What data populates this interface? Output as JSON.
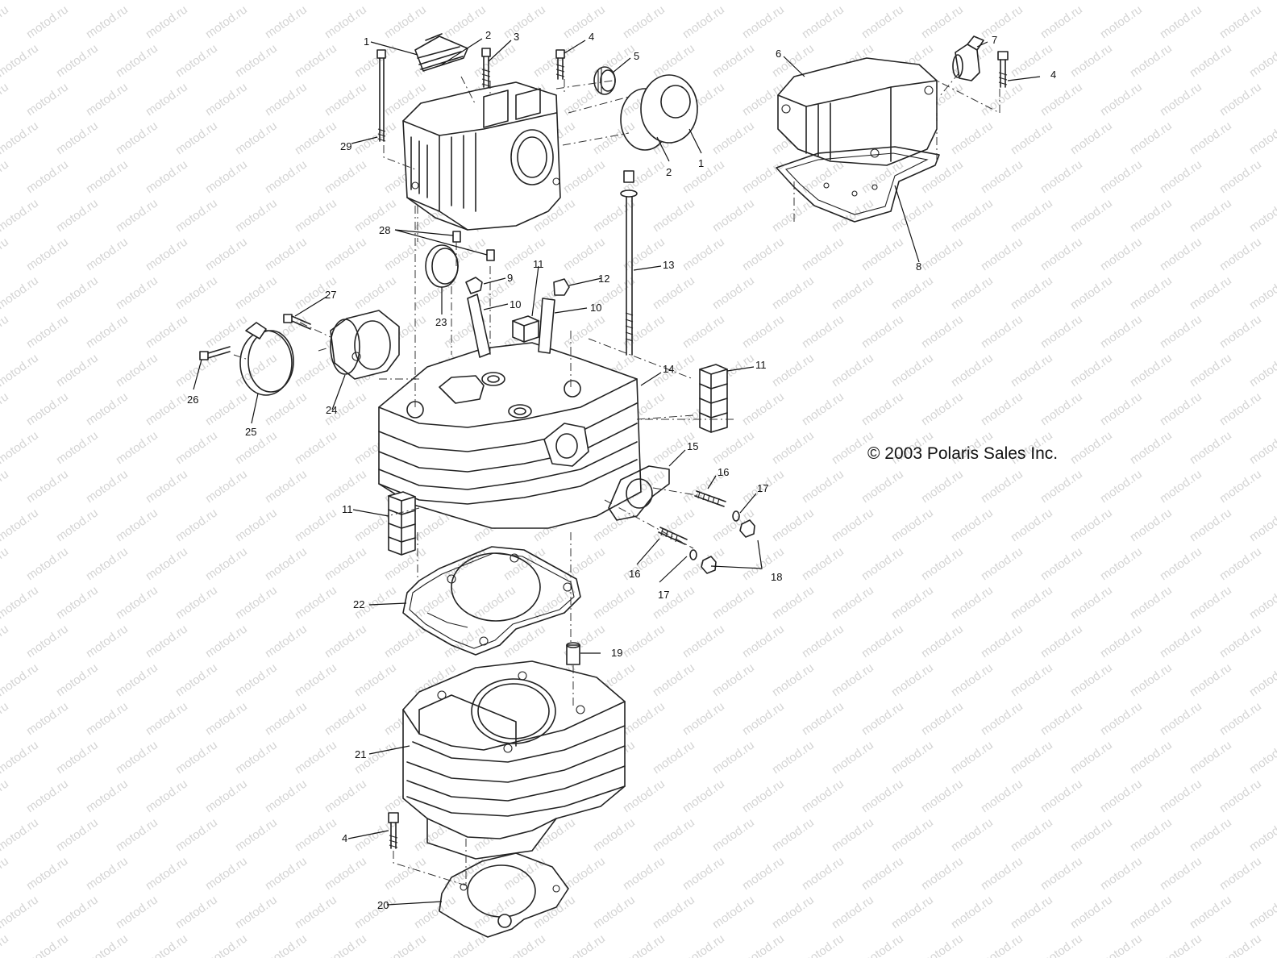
{
  "diagram": {
    "copyright": "© 2003 Polaris Sales Inc.",
    "watermark": "motod.ru",
    "callouts": [
      {
        "id": "c1a",
        "label": "1"
      },
      {
        "id": "c2a",
        "label": "2"
      },
      {
        "id": "c3",
        "label": "3"
      },
      {
        "id": "c4a",
        "label": "4"
      },
      {
        "id": "c5",
        "label": "5"
      },
      {
        "id": "c2b",
        "label": "2"
      },
      {
        "id": "c1b",
        "label": "1"
      },
      {
        "id": "c29",
        "label": "29"
      },
      {
        "id": "c6",
        "label": "6"
      },
      {
        "id": "c7",
        "label": "7"
      },
      {
        "id": "c4b",
        "label": "4"
      },
      {
        "id": "c8",
        "label": "8"
      },
      {
        "id": "c28",
        "label": "28"
      },
      {
        "id": "c13",
        "label": "13"
      },
      {
        "id": "c9",
        "label": "9"
      },
      {
        "id": "c11a",
        "label": "11"
      },
      {
        "id": "c12",
        "label": "12"
      },
      {
        "id": "c10a",
        "label": "10"
      },
      {
        "id": "c10b",
        "label": "10"
      },
      {
        "id": "c23",
        "label": "23"
      },
      {
        "id": "c27",
        "label": "27"
      },
      {
        "id": "c26",
        "label": "26"
      },
      {
        "id": "c25",
        "label": "25"
      },
      {
        "id": "c24",
        "label": "24"
      },
      {
        "id": "c14",
        "label": "14"
      },
      {
        "id": "c11b",
        "label": "11"
      },
      {
        "id": "c15",
        "label": "15"
      },
      {
        "id": "c16a",
        "label": "16"
      },
      {
        "id": "c17a",
        "label": "17"
      },
      {
        "id": "c11c",
        "label": "11"
      },
      {
        "id": "c16b",
        "label": "16"
      },
      {
        "id": "c17b",
        "label": "17"
      },
      {
        "id": "c18",
        "label": "18"
      },
      {
        "id": "c22",
        "label": "22"
      },
      {
        "id": "c19",
        "label": "19"
      },
      {
        "id": "c21",
        "label": "21"
      },
      {
        "id": "c4c",
        "label": "4"
      },
      {
        "id": "c20",
        "label": "20"
      }
    ]
  }
}
